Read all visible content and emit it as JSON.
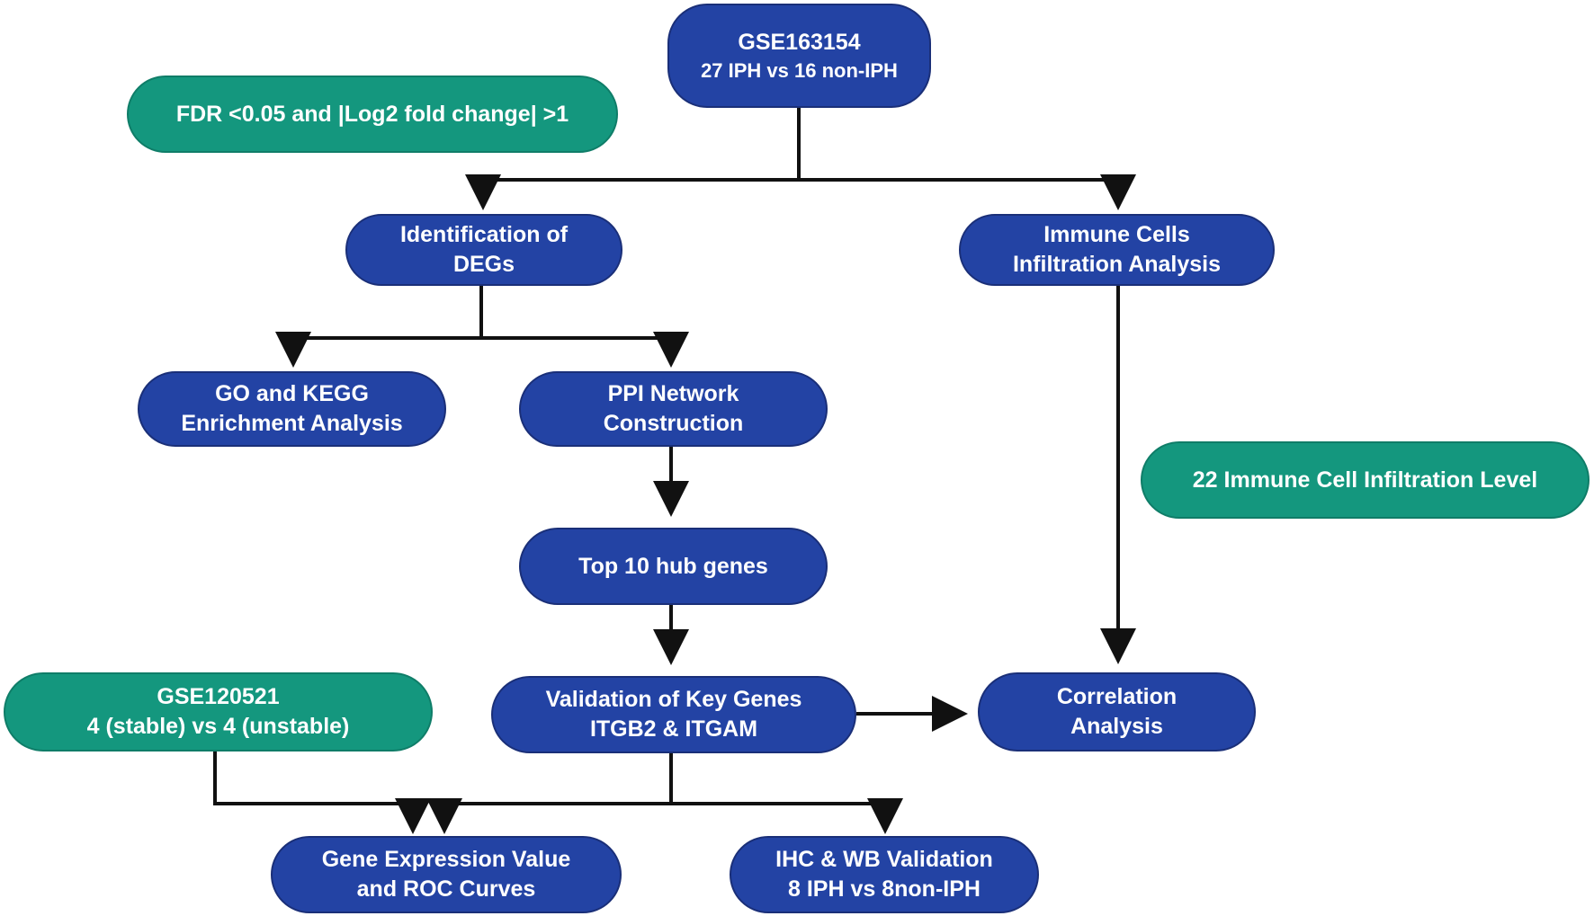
{
  "colors": {
    "process_node": "#2343a4",
    "criteria_node": "#14977e",
    "connector": "#111111"
  },
  "nodes": {
    "gse163154": {
      "line1": "GSE163154",
      "line2": "27 IPH vs 16 non-IPH"
    },
    "fdr": {
      "line1": "FDR <0.05 and |Log2 fold change| >1"
    },
    "degs": {
      "line1": "Identification of",
      "line2": "DEGs"
    },
    "immune": {
      "line1": "Immune Cells",
      "line2": "Infiltration Analysis"
    },
    "go_kegg": {
      "line1": "GO and KEGG",
      "line2": "Enrichment Analysis"
    },
    "ppi": {
      "line1": "PPI Network",
      "line2": "Construction"
    },
    "level22": {
      "line1": "22 Immune Cell Infiltration Level"
    },
    "top10": {
      "line1": "Top 10 hub genes"
    },
    "gse120521": {
      "line1": "GSE120521",
      "line2": "4 (stable) vs 4 (unstable)"
    },
    "validation": {
      "line1": "Validation of  Key Genes",
      "line2": "ITGB2 & ITGAM"
    },
    "correlation": {
      "line1": "Correlation",
      "line2": "Analysis"
    },
    "gene_expr": {
      "line1": "Gene Expression Value",
      "line2": "and ROC Curves"
    },
    "ihc": {
      "line1": "IHC & WB Validation",
      "line2": "8 IPH vs 8non-IPH"
    }
  }
}
